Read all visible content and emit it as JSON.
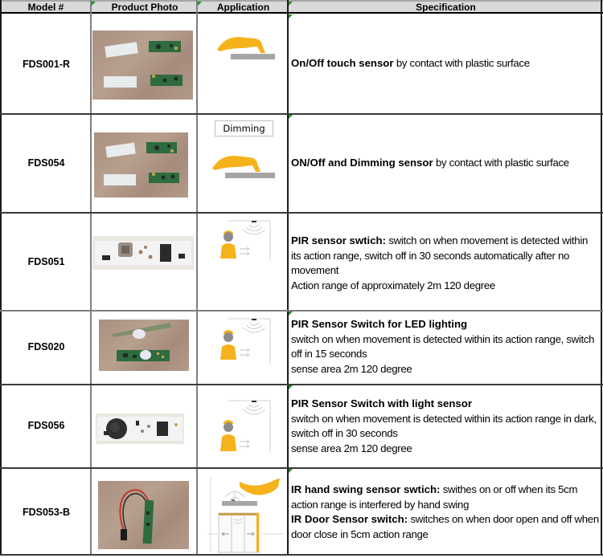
{
  "table": {
    "headers": [
      "Model #",
      "Product Photo",
      "Application",
      "Specification"
    ],
    "rows": [
      {
        "model": "FDS001-R",
        "photo": "touch-sensor-boards-photo",
        "application_icon": "hand-touch-surface-icon",
        "spec": [
          {
            "bold": "On/Off touch sensor",
            "text": " by contact with plastic surface"
          }
        ]
      },
      {
        "model": "FDS054",
        "photo": "dimming-touch-sensor-boards-photo",
        "application_icon": "hand-touch-surface-icon",
        "application_label": "Dimming",
        "spec": [
          {
            "bold": "ON/Off and Dimming sensor",
            "text": " by contact with plastic surface"
          }
        ]
      },
      {
        "model": "FDS051",
        "photo": "pir-sensor-board-photo",
        "application_icon": "pir-person-motion-icon",
        "spec": [
          {
            "bold": "PIR sensor swtich:",
            "text": " switch on when movement is detected within its action range, switch off in 30 seconds automatically after no movement"
          },
          {
            "bold": "",
            "text": "Action range of approximately 2m 120 degree"
          }
        ]
      },
      {
        "model": "FDS020",
        "photo": "pir-led-sensor-board-photo",
        "application_icon": "pir-person-motion-icon",
        "spec": [
          {
            "bold": "PIR Sensor Switch for LED lighting",
            "text": ""
          },
          {
            "bold": "",
            "text": "switch on when movement is detected within its action range, switch off  in 15 seconds"
          },
          {
            "bold": "",
            "text": "sense area 2m 120 degree"
          }
        ]
      },
      {
        "model": "FDS056",
        "photo": "pir-light-sensor-board-photo",
        "application_icon": "pir-person-motion-icon",
        "spec": [
          {
            "bold": "PIR Sensor Switch with light sensor",
            "text": ""
          },
          {
            "bold": "",
            "text": "switch on when movement is detected within its action range in dark, switch off  in 30 seconds"
          },
          {
            "bold": "",
            "text": "sense area 2m 120 degree"
          }
        ]
      },
      {
        "model": "FDS053-B",
        "photo": "ir-sensor-board-with-cable-photo",
        "application_icon": "hand-swing-and-door-sensor-icon",
        "spec": [
          {
            "bold": "IR hand swing sensor swtich:",
            "text": " swithes on or off when its 5cm action range is interfered by hand swing"
          },
          {
            "bold": "IR Door Sensor switch:",
            "text": " switches on when door open and off when door close in 5cm action range"
          }
        ]
      }
    ]
  },
  "colors": {
    "header_bg": "#d9d9d9",
    "accent_orange": "#f5b21b",
    "surface_gray": "#a6a6a6",
    "comment_marker_green": "#1f8f1f"
  }
}
